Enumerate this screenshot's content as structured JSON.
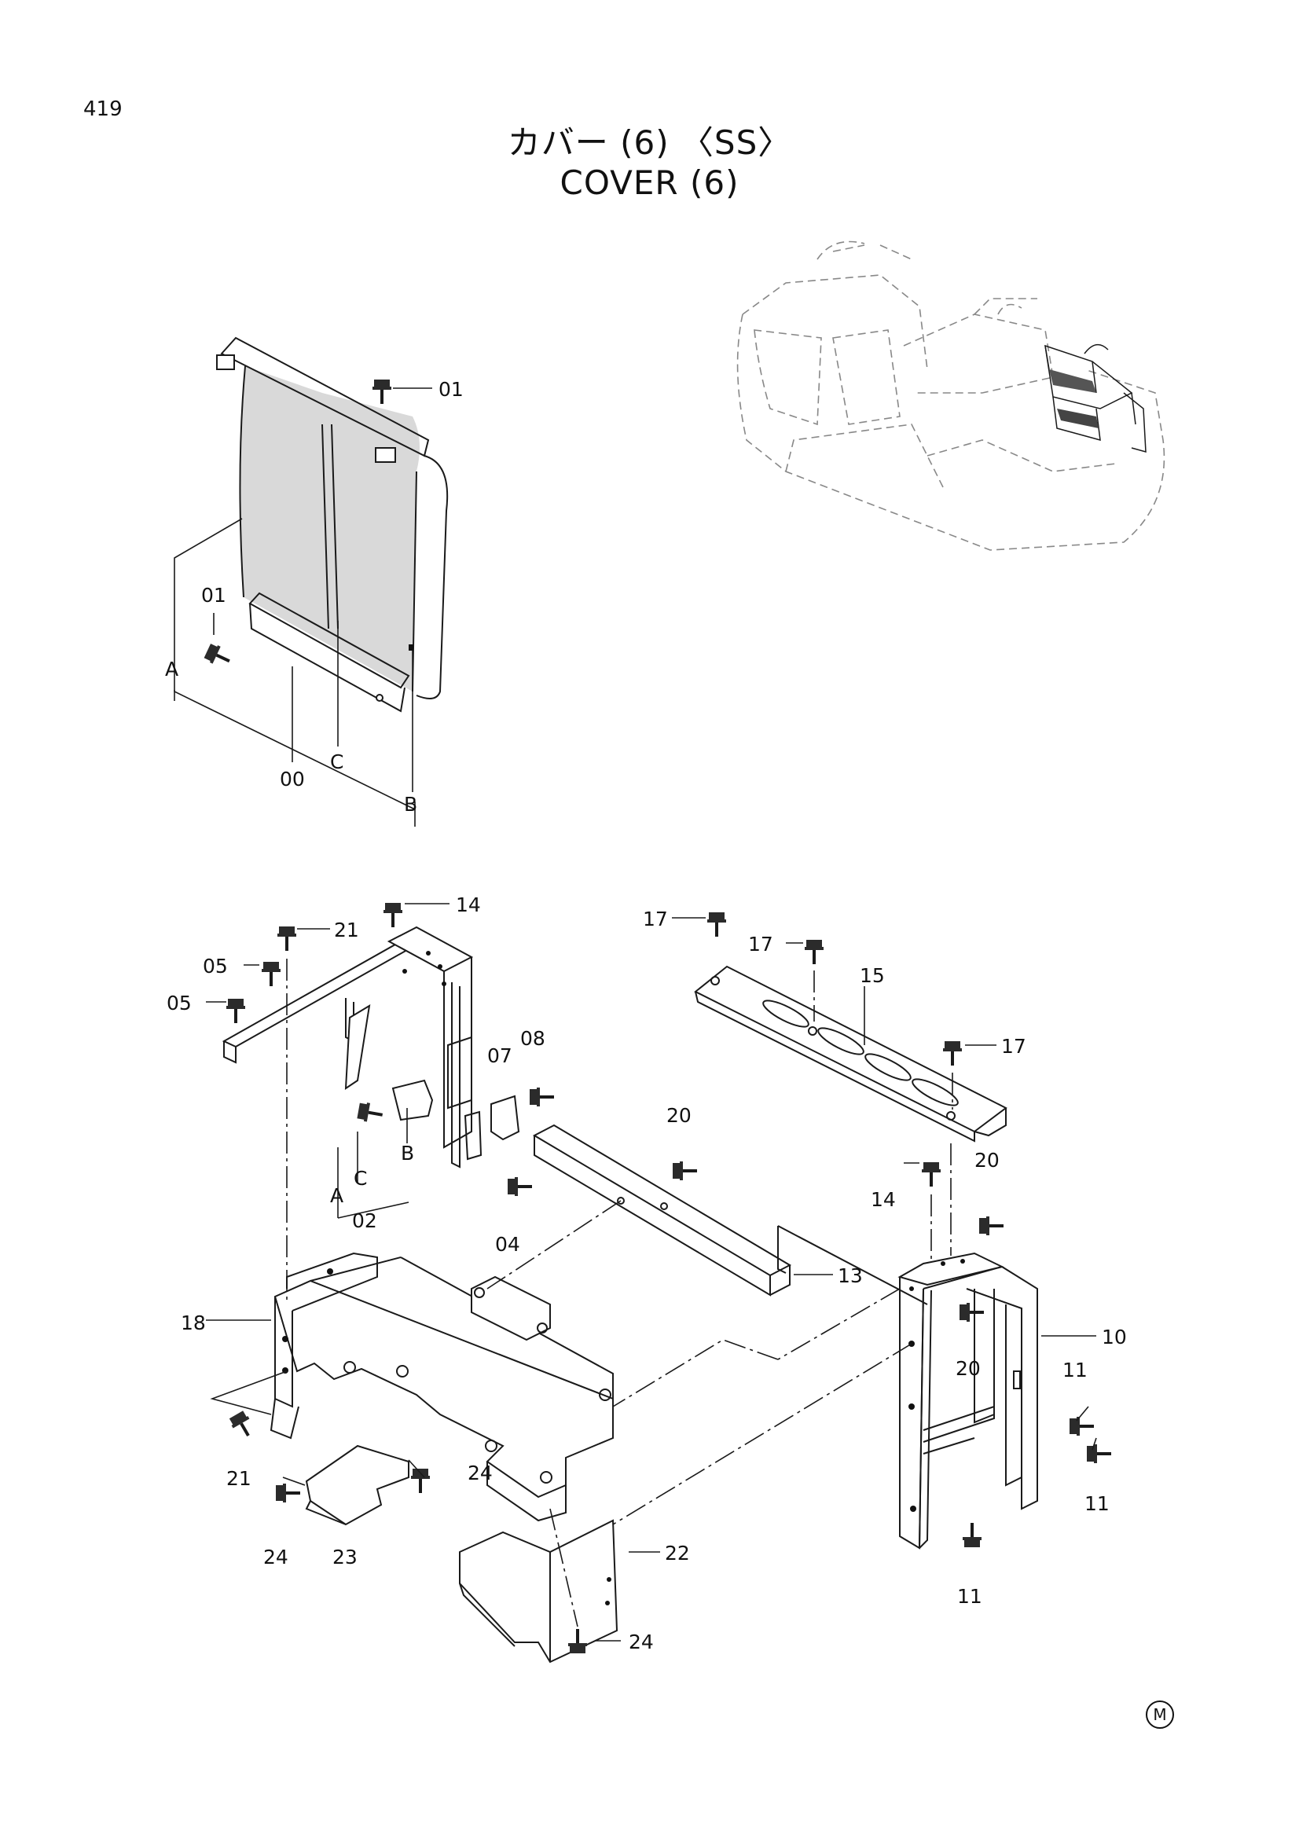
{
  "page_number": "419",
  "title_jp": "カバー (6) 〈SS〉",
  "title_en": "COVER (6)",
  "corner_mark": "M",
  "callouts": {
    "top": {
      "c01a": "01",
      "c01b": "01",
      "cA": "A",
      "c00": "00",
      "cC": "C",
      "cB": "B"
    },
    "bottom": {
      "c14a": "14",
      "c21a": "21",
      "c05a": "05",
      "c05b": "05",
      "c07": "07",
      "c08": "08",
      "cB2": "B",
      "cC2": "C",
      "cA2": "A",
      "c02": "02",
      "c04": "04",
      "c17a": "17",
      "c17b": "17",
      "c15": "15",
      "c17c": "17",
      "c20a": "20",
      "c20b": "20",
      "c14b": "14",
      "c13": "13",
      "c18": "18",
      "c10": "10",
      "c20c": "20",
      "c11a": "11",
      "c11b": "11",
      "c11c": "11",
      "c21b": "21",
      "c24a": "24",
      "c24b": "24",
      "c24c": "24",
      "c23": "23",
      "c22": "22"
    }
  }
}
